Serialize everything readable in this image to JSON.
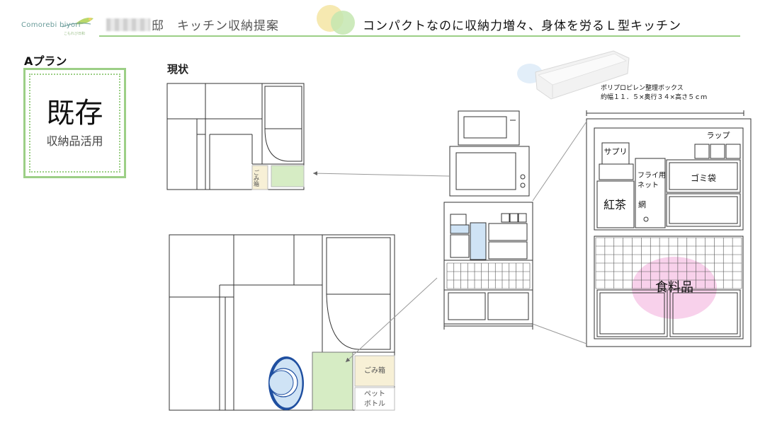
{
  "logo": {
    "name": "Comorebi biyori",
    "sub": "こもれび日和"
  },
  "header": {
    "redacted_name": "■■■■",
    "left_title": "邸　キッチン収納提案",
    "right_title": "コンパクトなのに収納力増々、身体を労るＬ型キッチン"
  },
  "plan": {
    "label": "Aプラン",
    "main": "既存",
    "sub": "収納品活用"
  },
  "current_label": "現状",
  "product": {
    "name": "ポリプロピレン整理ボックス",
    "size": "約幅１１．５×奥行３４×高さ５ｃｍ"
  },
  "floor_labels": {
    "trash": "ごみ箱",
    "trash_vertical": "ごみ箱",
    "pet_bottle": "ペット\nボトル",
    "pet_line1": "ペット",
    "pet_line2": "ボトル"
  },
  "shelf_labels": {
    "wrap": "ラップ",
    "supplement": "サプリ",
    "tea": "紅茶",
    "frying_net_1": "フライ用",
    "frying_net_2": "ネット",
    "net": "網",
    "garbage_bag": "ゴミ袋",
    "food": "食料品"
  },
  "colors": {
    "green_accent": "#9ccf86",
    "green_fill": "#d6ecc4",
    "beige_fill": "#f7f0d6",
    "blue_fill": "#cfe3f5",
    "pink_fill": "#f6c6e6",
    "yellow_circle": "#f5e7a8",
    "green_circle": "#c4e6b0"
  }
}
